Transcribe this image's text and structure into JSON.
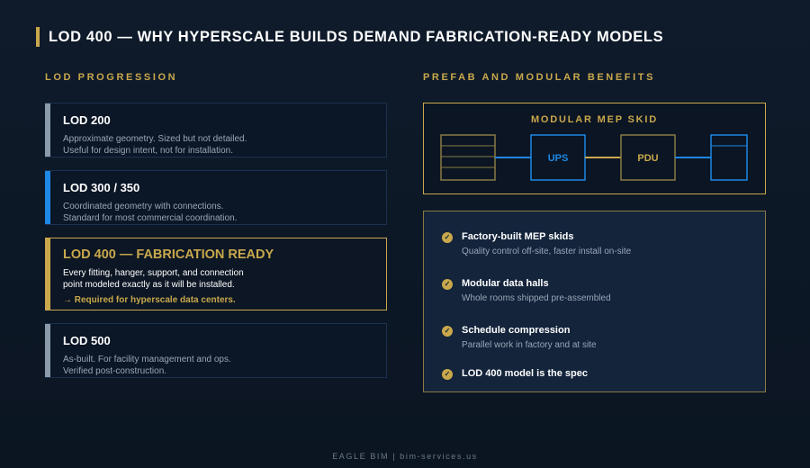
{
  "title": "LOD 400 — WHY HYPERSCALE BUILDS DEMAND FABRICATION-READY MODELS",
  "left_section_label": "LOD PROGRESSION",
  "right_section_label": "PREFAB AND MODULAR BENEFITS",
  "lod_levels": [
    {
      "title": "LOD 200",
      "desc_line1": "Approximate geometry. Sized but not detailed.",
      "desc_line2": "Useful for design intent, not for installation."
    },
    {
      "title": "LOD 300 / 350",
      "desc_line1": "Coordinated geometry with connections.",
      "desc_line2": "Standard for most commercial coordination."
    },
    {
      "title": "LOD 400 — FABRICATION READY",
      "desc_line1": "Every fitting, hanger, support, and connection",
      "desc_line2": "point modeled exactly as it will be installed.",
      "note": "→ Required for hyperscale data centers."
    },
    {
      "title": "LOD 500",
      "desc_line1": "As-built. For facility management and ops.",
      "desc_line2": "Verified post-construction."
    }
  ],
  "skid": {
    "title": "MODULAR MEP SKID",
    "ups_label": "UPS",
    "pdu_label": "PDU"
  },
  "benefits": [
    {
      "title": "Factory-built MEP skids",
      "desc": "Quality control off-site, faster install on-site"
    },
    {
      "title": "Modular data halls",
      "desc": "Whole rooms shipped pre-assembled"
    },
    {
      "title": "Schedule compression",
      "desc": "Parallel work in factory and at site"
    },
    {
      "title": "LOD 400 model is the spec",
      "desc": ""
    }
  ],
  "check_glyph": "✓",
  "footer": "EAGLE BIM | bim-services.us",
  "colors": {
    "gold": "#c9a84c",
    "blue": "#1e88e5",
    "gray_accent": "#8a9aaa",
    "background": "#0f1b2b"
  }
}
